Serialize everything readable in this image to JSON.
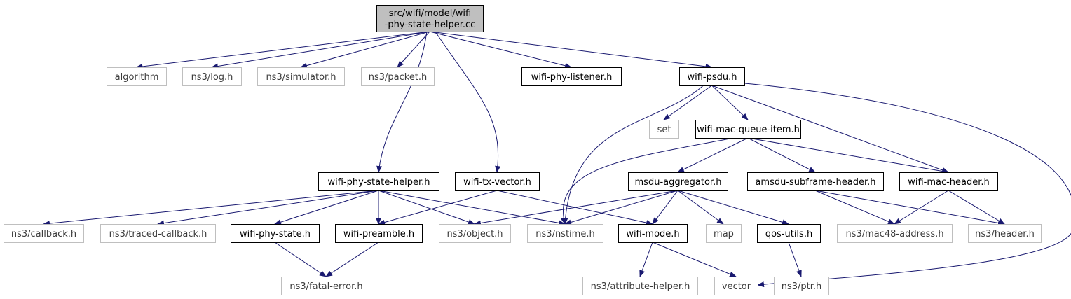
{
  "diagram": {
    "type": "include-dependency-graph",
    "nodes": [
      {
        "id": "root",
        "lines": [
          "src/wifi/model/wifi",
          "-phy-state-helper.cc"
        ],
        "style": "root"
      },
      {
        "id": "algorithm",
        "lines": [
          "algorithm"
        ],
        "style": "external"
      },
      {
        "id": "ns3_log",
        "lines": [
          "ns3/log.h"
        ],
        "style": "external"
      },
      {
        "id": "ns3_simulator",
        "lines": [
          "ns3/simulator.h"
        ],
        "style": "external"
      },
      {
        "id": "ns3_packet",
        "lines": [
          "ns3/packet.h"
        ],
        "style": "external"
      },
      {
        "id": "wifi_phy_listener",
        "lines": [
          "wifi-phy-listener.h"
        ],
        "style": "project"
      },
      {
        "id": "wifi_psdu",
        "lines": [
          "wifi-psdu.h"
        ],
        "style": "project"
      },
      {
        "id": "set",
        "lines": [
          "set"
        ],
        "style": "external"
      },
      {
        "id": "wifi_mac_queue_item",
        "lines": [
          "wifi-mac-queue-item.h"
        ],
        "style": "project"
      },
      {
        "id": "wifi_phy_state_helper",
        "lines": [
          "wifi-phy-state-helper.h"
        ],
        "style": "project"
      },
      {
        "id": "wifi_tx_vector",
        "lines": [
          "wifi-tx-vector.h"
        ],
        "style": "project"
      },
      {
        "id": "msdu_aggregator",
        "lines": [
          "msdu-aggregator.h"
        ],
        "style": "project"
      },
      {
        "id": "amsdu_subframe_header",
        "lines": [
          "amsdu-subframe-header.h"
        ],
        "style": "project"
      },
      {
        "id": "wifi_mac_header",
        "lines": [
          "wifi-mac-header.h"
        ],
        "style": "project"
      },
      {
        "id": "ns3_callback",
        "lines": [
          "ns3/callback.h"
        ],
        "style": "external"
      },
      {
        "id": "ns3_traced_callback",
        "lines": [
          "ns3/traced-callback.h"
        ],
        "style": "external"
      },
      {
        "id": "wifi_phy_state",
        "lines": [
          "wifi-phy-state.h"
        ],
        "style": "project"
      },
      {
        "id": "wifi_preamble",
        "lines": [
          "wifi-preamble.h"
        ],
        "style": "project"
      },
      {
        "id": "ns3_object",
        "lines": [
          "ns3/object.h"
        ],
        "style": "external"
      },
      {
        "id": "ns3_nstime",
        "lines": [
          "ns3/nstime.h"
        ],
        "style": "external"
      },
      {
        "id": "wifi_mode",
        "lines": [
          "wifi-mode.h"
        ],
        "style": "project"
      },
      {
        "id": "map",
        "lines": [
          "map"
        ],
        "style": "external"
      },
      {
        "id": "qos_utils",
        "lines": [
          "qos-utils.h"
        ],
        "style": "project"
      },
      {
        "id": "ns3_mac48_address",
        "lines": [
          "ns3/mac48-address.h"
        ],
        "style": "external"
      },
      {
        "id": "ns3_header",
        "lines": [
          "ns3/header.h"
        ],
        "style": "external"
      },
      {
        "id": "ns3_fatal_error",
        "lines": [
          "ns3/fatal-error.h"
        ],
        "style": "external"
      },
      {
        "id": "ns3_attribute_helper",
        "lines": [
          "ns3/attribute-helper.h"
        ],
        "style": "external"
      },
      {
        "id": "vector",
        "lines": [
          "vector"
        ],
        "style": "external"
      },
      {
        "id": "ns3_ptr",
        "lines": [
          "ns3/ptr.h"
        ],
        "style": "external"
      }
    ],
    "edges": [
      [
        "root",
        "algorithm"
      ],
      [
        "root",
        "ns3_log"
      ],
      [
        "root",
        "ns3_simulator"
      ],
      [
        "root",
        "ns3_packet"
      ],
      [
        "root",
        "wifi_phy_listener"
      ],
      [
        "root",
        "wifi_psdu"
      ],
      [
        "root",
        "wifi_phy_state_helper"
      ],
      [
        "root",
        "wifi_tx_vector"
      ],
      [
        "wifi_psdu",
        "set"
      ],
      [
        "wifi_psdu",
        "wifi_mac_queue_item"
      ],
      [
        "wifi_psdu",
        "wifi_mac_header"
      ],
      [
        "wifi_psdu",
        "ns3_nstime"
      ],
      [
        "wifi_psdu",
        "vector"
      ],
      [
        "wifi_mac_queue_item",
        "msdu_aggregator"
      ],
      [
        "wifi_mac_queue_item",
        "amsdu_subframe_header"
      ],
      [
        "wifi_mac_queue_item",
        "wifi_mac_header"
      ],
      [
        "wifi_mac_queue_item",
        "ns3_nstime"
      ],
      [
        "wifi_phy_state_helper",
        "ns3_callback"
      ],
      [
        "wifi_phy_state_helper",
        "ns3_traced_callback"
      ],
      [
        "wifi_phy_state_helper",
        "wifi_phy_state"
      ],
      [
        "wifi_phy_state_helper",
        "wifi_preamble"
      ],
      [
        "wifi_phy_state_helper",
        "ns3_object"
      ],
      [
        "wifi_phy_state_helper",
        "ns3_nstime"
      ],
      [
        "wifi_tx_vector",
        "wifi_preamble"
      ],
      [
        "wifi_tx_vector",
        "wifi_mode"
      ],
      [
        "msdu_aggregator",
        "ns3_object"
      ],
      [
        "msdu_aggregator",
        "ns3_nstime"
      ],
      [
        "msdu_aggregator",
        "wifi_mode"
      ],
      [
        "msdu_aggregator",
        "map"
      ],
      [
        "msdu_aggregator",
        "qos_utils"
      ],
      [
        "amsdu_subframe_header",
        "ns3_mac48_address"
      ],
      [
        "amsdu_subframe_header",
        "ns3_header"
      ],
      [
        "wifi_mac_header",
        "ns3_mac48_address"
      ],
      [
        "wifi_mac_header",
        "ns3_header"
      ],
      [
        "wifi_phy_state",
        "ns3_fatal_error"
      ],
      [
        "wifi_preamble",
        "ns3_fatal_error"
      ],
      [
        "wifi_mode",
        "ns3_attribute_helper"
      ],
      [
        "wifi_mode",
        "vector"
      ],
      [
        "qos_utils",
        "ns3_ptr"
      ]
    ]
  },
  "colors": {
    "edge": "#191970",
    "root_fill": "#bfbfbf",
    "project_border": "#000000",
    "external_border": "#bfbfbf"
  }
}
